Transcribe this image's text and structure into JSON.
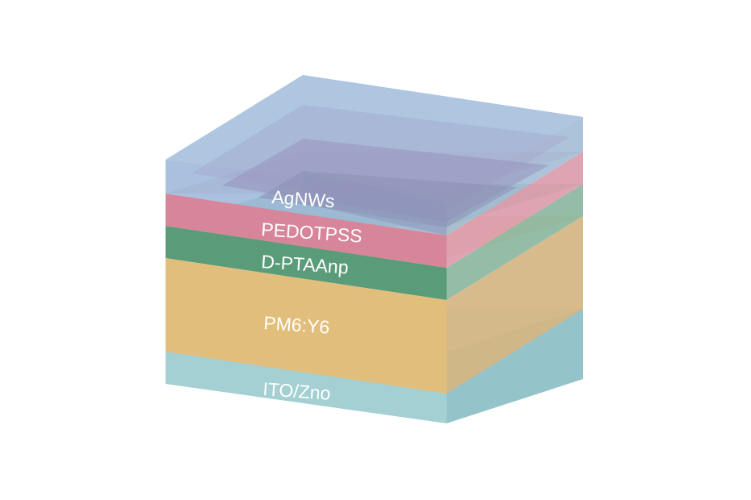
{
  "layers": [
    {
      "id": "ito",
      "label": "ITO/Zno",
      "color": "#9ccfd4"
    },
    {
      "id": "pm6",
      "label": "PM6:Y6",
      "color": "#e1bd78"
    },
    {
      "id": "dptaa",
      "label": "D-PTAAnp",
      "color": "#579a76"
    },
    {
      "id": "pedot",
      "label": "PEDOTPSS",
      "color": "#d78798"
    },
    {
      "id": "agnw",
      "label": "AgNWs",
      "color": "#9db7d6"
    }
  ]
}
